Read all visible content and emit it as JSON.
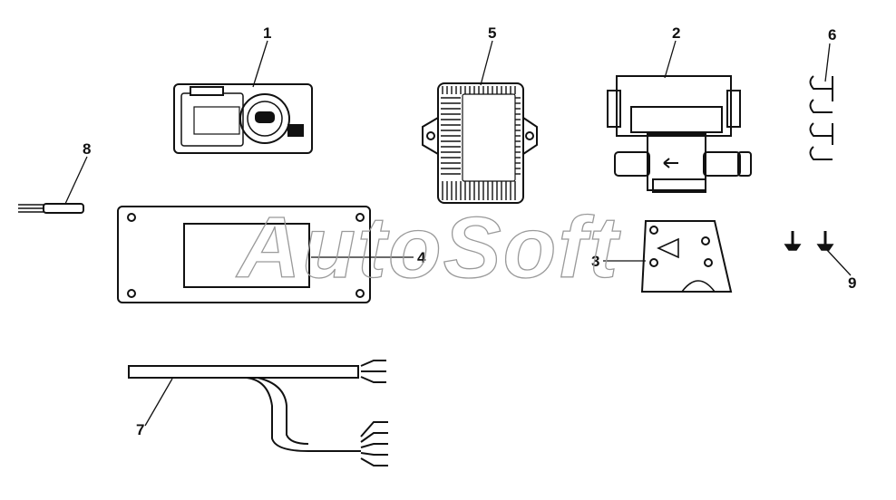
{
  "watermark": "AutoSoft",
  "callouts": [
    {
      "id": "c1",
      "label": "1"
    },
    {
      "id": "c2",
      "label": "2"
    },
    {
      "id": "c3",
      "label": "3"
    },
    {
      "id": "c4",
      "label": "4"
    },
    {
      "id": "c5",
      "label": "5"
    },
    {
      "id": "c6",
      "label": "6"
    },
    {
      "id": "c7",
      "label": "7"
    },
    {
      "id": "c8",
      "label": "8"
    },
    {
      "id": "c9",
      "label": "9"
    }
  ],
  "colors": {
    "line": "#111111",
    "watermark": "#9a9a9a",
    "background": "#ffffff"
  }
}
